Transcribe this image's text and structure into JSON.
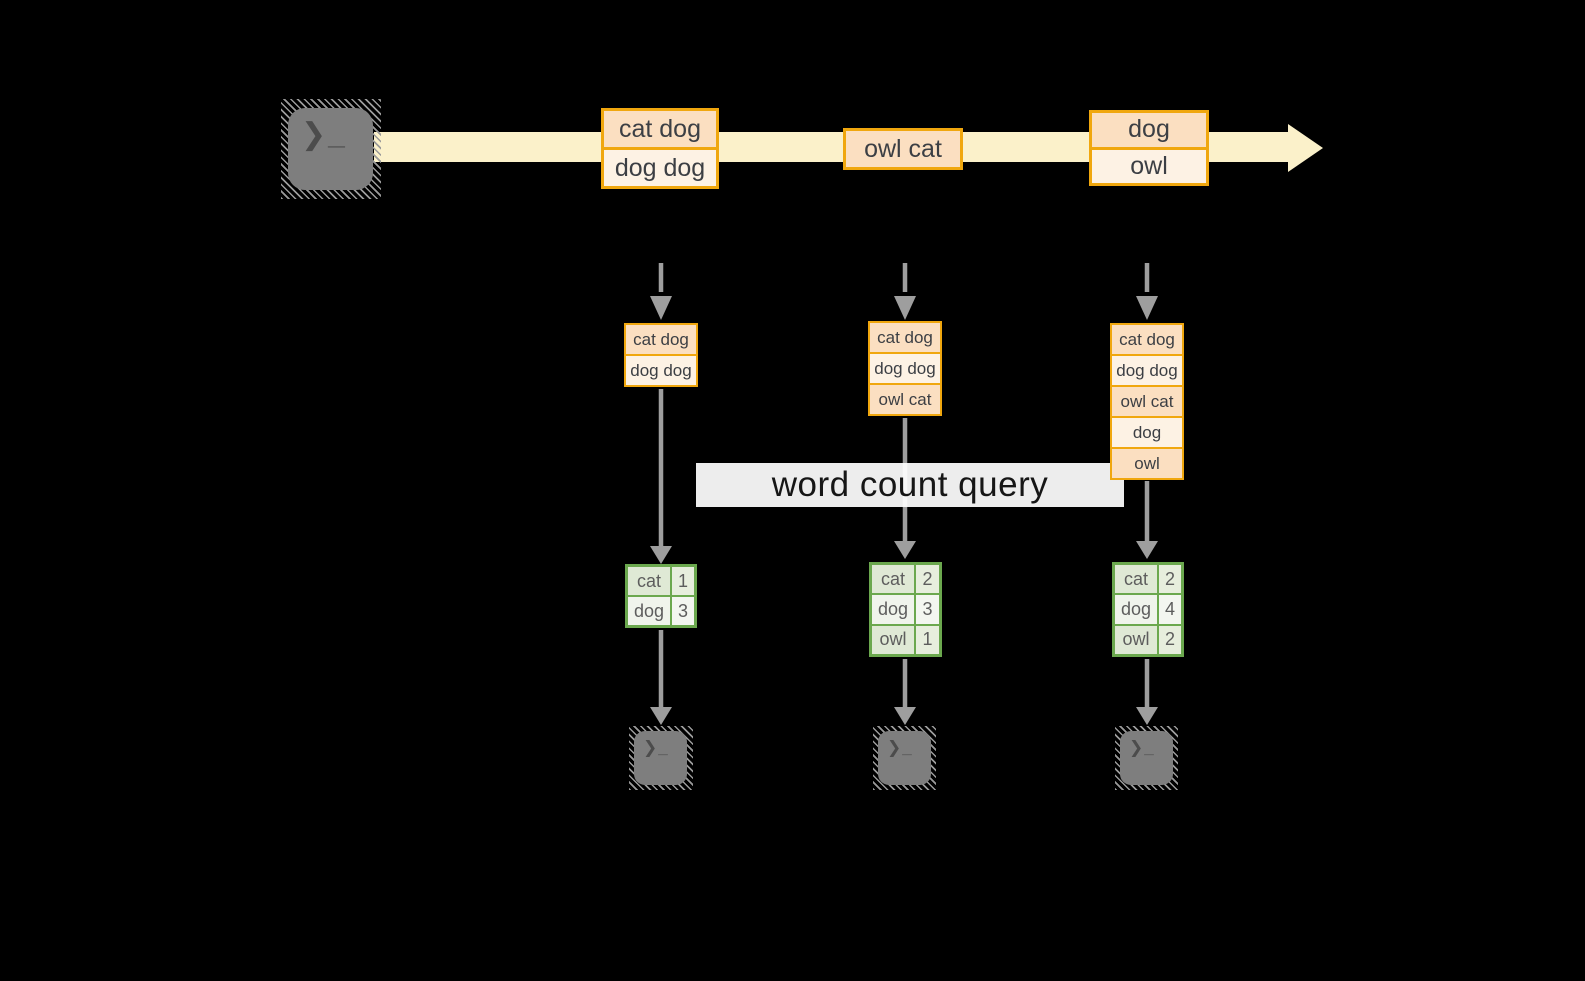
{
  "query_label": "word count query",
  "icons": {
    "terminal_prompt": "❯_",
    "source_icon": "terminal-icon",
    "sink_icon": "terminal-icon"
  },
  "stream": {
    "batches": [
      {
        "rows": [
          "cat dog",
          "dog dog"
        ]
      },
      {
        "rows": [
          "owl cat"
        ]
      },
      {
        "rows": [
          "dog",
          "owl"
        ]
      }
    ]
  },
  "states": [
    {
      "rows": [
        "cat dog",
        "dog dog"
      ]
    },
    {
      "rows": [
        "cat dog",
        "dog dog",
        "owl cat"
      ]
    },
    {
      "rows": [
        "cat dog",
        "dog dog",
        "owl cat",
        "dog",
        "owl"
      ]
    }
  ],
  "counts": [
    {
      "rows": [
        {
          "word": "cat",
          "count": "1"
        },
        {
          "word": "dog",
          "count": "3"
        }
      ]
    },
    {
      "rows": [
        {
          "word": "cat",
          "count": "2"
        },
        {
          "word": "dog",
          "count": "3"
        },
        {
          "word": "owl",
          "count": "1"
        }
      ]
    },
    {
      "rows": [
        {
          "word": "cat",
          "count": "2"
        },
        {
          "word": "dog",
          "count": "4"
        },
        {
          "word": "owl",
          "count": "2"
        }
      ]
    }
  ],
  "colors": {
    "background": "#000000",
    "stream_fill": "#fbf1ca",
    "box_border": "#f0a70e",
    "box_fill_peach": "#fbdfc1",
    "box_fill_cream": "#fdf2e4",
    "table_border": "#6ba84e",
    "table_cell_green": "#dfe9d5",
    "table_cell_light": "#f0f4ec",
    "arrow_gray": "#9e9e9e",
    "terminal_gray": "#7e7e7e",
    "label_bg": "#ffffff"
  }
}
